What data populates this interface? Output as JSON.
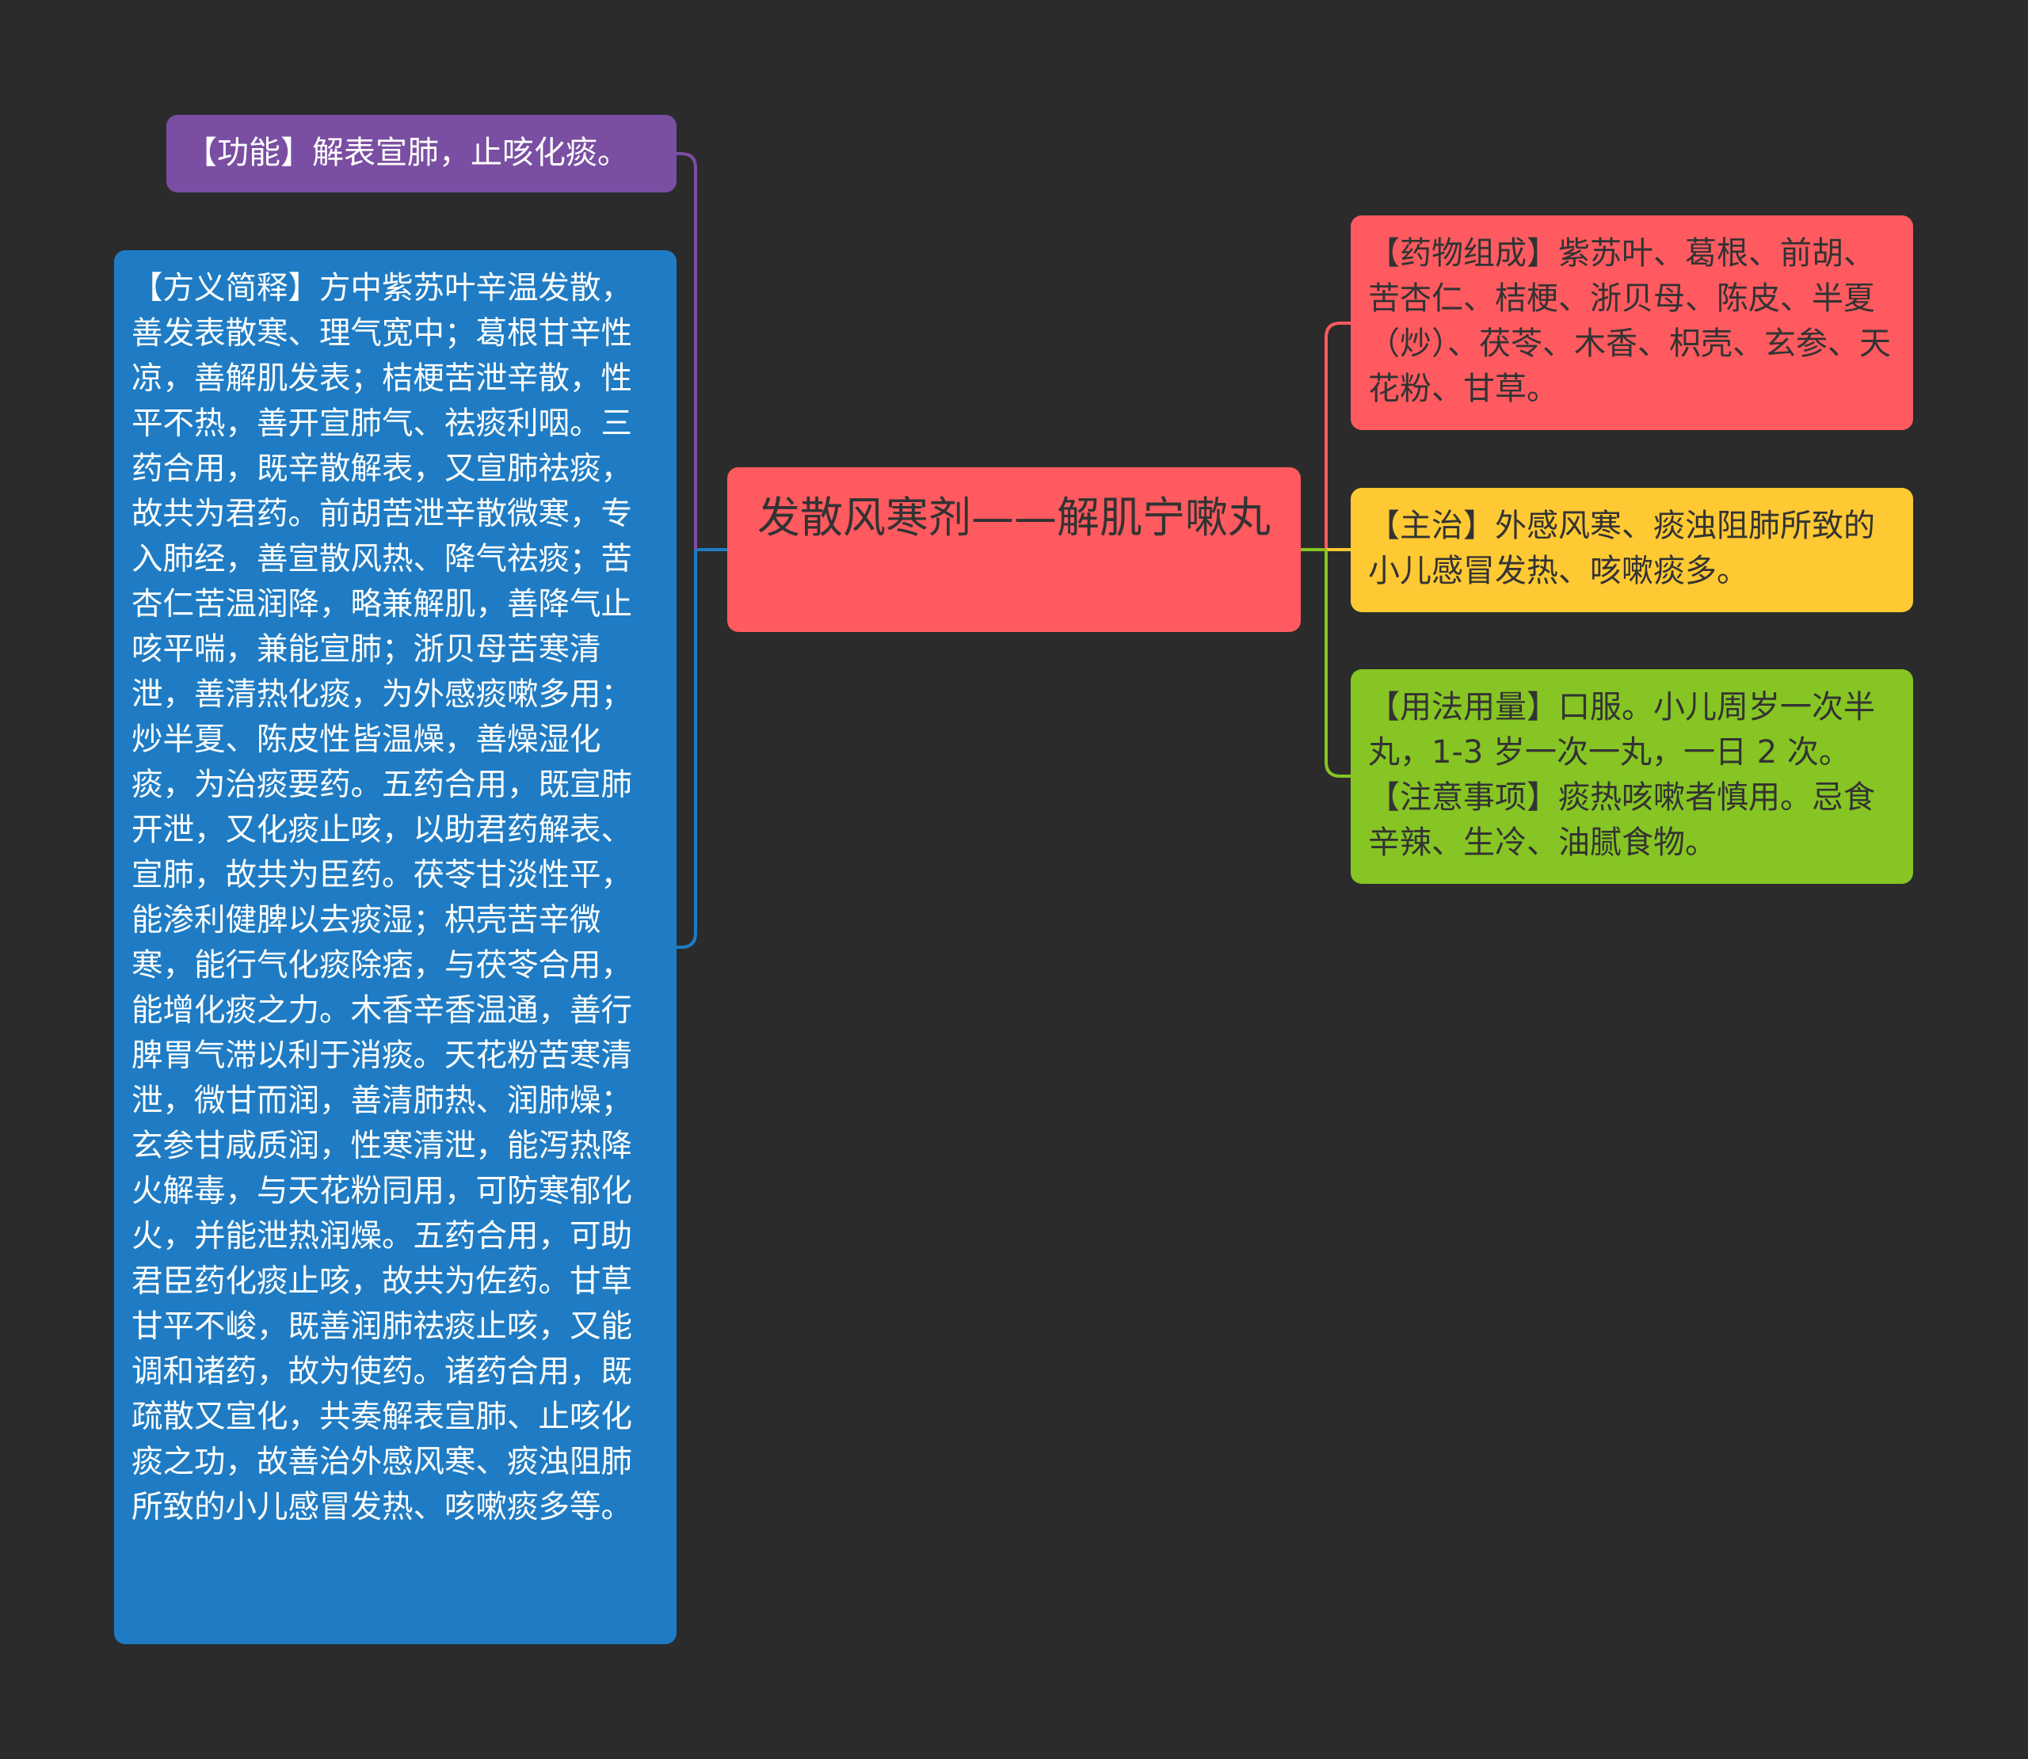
{
  "colors": {
    "background": "#2b2b2b",
    "center": "#ff5a5f",
    "function": "#7a4ea2",
    "explanation": "#1f7cc4",
    "composition": "#ff5a5f",
    "indications": "#ffc933",
    "usage": "#86c523"
  },
  "center": {
    "title": "发散风寒剂——解肌宁嗽丸"
  },
  "left": {
    "function": "【功能】解表宣肺，止咳化痰。",
    "explanation": "【方义简释】方中紫苏叶辛温发散，善发表散寒、理气宽中；葛根甘辛性凉，善解肌发表；桔梗苦泄辛散，性平不热，善开宣肺气、祛痰利咽。三药合用，既辛散解表，又宣肺祛痰，故共为君药。前胡苦泄辛散微寒，专入肺经，善宣散风热、降气祛痰；苦杏仁苦温润降，略兼解肌，善降气止咳平喘，兼能宣肺；浙贝母苦寒清泄，善清热化痰，为外感痰嗽多用；炒半夏、陈皮性皆温燥，善燥湿化痰，为治痰要药。五药合用，既宣肺开泄，又化痰止咳，以助君药解表、宣肺，故共为臣药。茯苓甘淡性平，能渗利健脾以去痰湿；枳壳苦辛微寒，能行气化痰除痞，与茯苓合用，能增化痰之力。木香辛香温通，善行脾胃气滞以利于消痰。天花粉苦寒清泄，微甘而润，善清肺热、润肺燥；玄参甘咸质润，性寒清泄，能泻热降火解毒，与天花粉同用，可防寒郁化火，并能泄热润燥。五药合用，可助君臣药化痰止咳，故共为佐药。甘草甘平不峻，既善润肺祛痰止咳，又能调和诸药，故为使药。诸药合用，既疏散又宣化，共奏解表宣肺、止咳化痰之功，故善治外感风寒、痰浊阻肺所致的小儿感冒发热、咳嗽痰多等。"
  },
  "right": {
    "composition": "【药物组成】紫苏叶、葛根、前胡、苦杏仁、桔梗、浙贝母、陈皮、半夏（炒）、茯苓、木香、枳壳、玄参、天花粉、甘草。",
    "indications": "【主治】外感风寒、痰浊阻肺所致的小儿感冒发热、咳嗽痰多。",
    "usage": "【用法用量】口服。小儿周岁一次半丸，1-3 岁一次一丸，一日 2 次。【注意事项】痰热咳嗽者慎用。忌食辛辣、生冷、油腻食物。"
  }
}
